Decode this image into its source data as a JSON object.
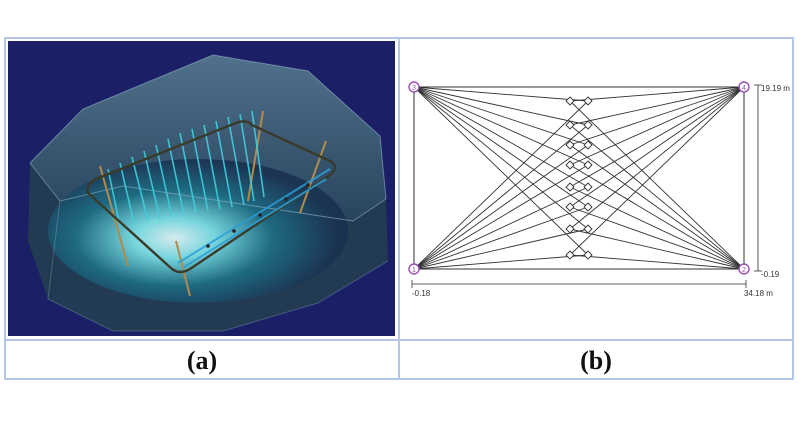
{
  "panels": {
    "a": {
      "caption": "(a)"
    },
    "b": {
      "caption": "(b)",
      "nodes": [
        {
          "id": "1",
          "label": "1",
          "corner": "bottom-left"
        },
        {
          "id": "2",
          "label": "2",
          "corner": "bottom-right"
        },
        {
          "id": "3",
          "label": "3",
          "corner": "top-left"
        },
        {
          "id": "4",
          "label": "4",
          "corner": "top-right"
        }
      ],
      "dimensions": {
        "x_min": "-0.18",
        "x_max": "34.18 m",
        "y_max": "19.19 m",
        "y_min": "-0.19"
      }
    }
  },
  "colors": {
    "frame_border": "#b4c6e7",
    "scene_background": "#1a1f66",
    "cable_cyan": "#3fd0dc",
    "node_purple": "#9a4fb5",
    "line_dark": "#333333"
  }
}
